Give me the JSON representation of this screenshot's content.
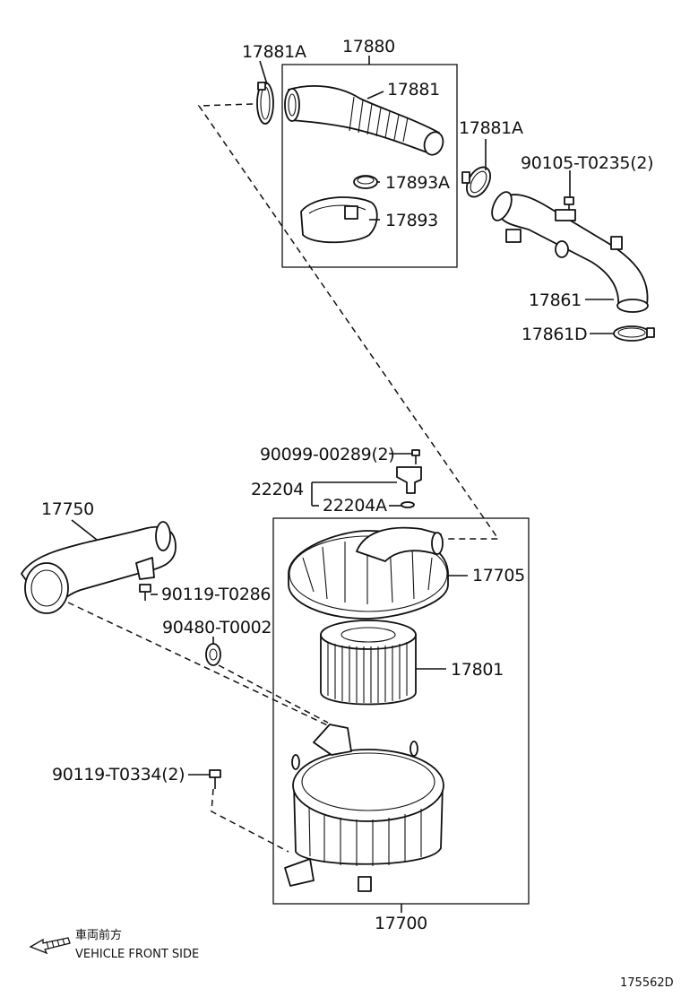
{
  "labels": {
    "clamp_17881A_top": "17881A",
    "hose_group_17880": "17880",
    "hose_17881": "17881",
    "clamp_17893A": "17893A",
    "inlet_17893": "17893",
    "clamp_17881A_right": "17881A",
    "bolt_90105": "90105-T0235(2)",
    "pipe_17861": "17861",
    "clamp_17861D": "17861D",
    "screw_90099": "90099-00289(2)",
    "sensor_22204": "22204",
    "oring_22204A": "22204A",
    "duct_17750": "17750",
    "cap_17705": "17705",
    "bolt_90119_T0286": "90119-T0286",
    "grommet_90480": "90480-T0002",
    "element_17801": "17801",
    "bolt_90119_T0334": "90119-T0334(2)",
    "cleaner_17700": "17700"
  },
  "footer": {
    "direction_jp": "車両前方",
    "direction_en": "VEHICLE FRONT SIDE",
    "diagram_code": "175562D"
  },
  "icons": {
    "direction_arrow": "front-direction-arrow-icon"
  }
}
